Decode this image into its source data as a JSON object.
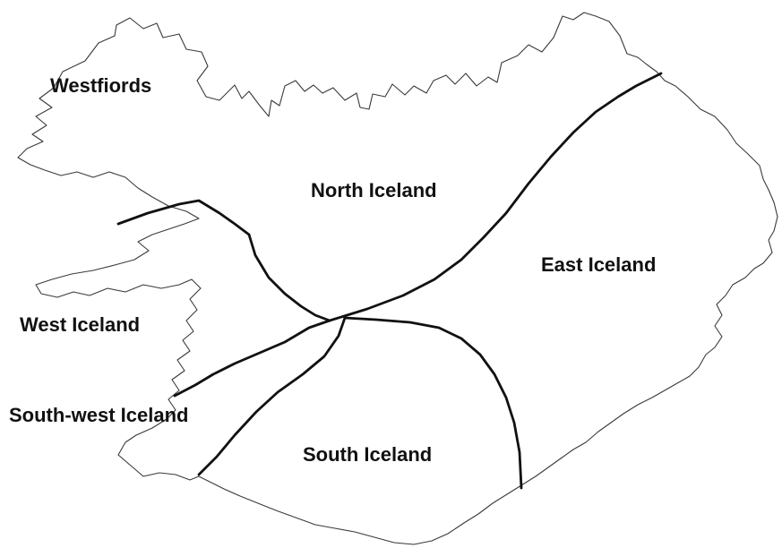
{
  "regions": {
    "westfjords": "Westfiords",
    "north": "North Iceland",
    "east": "East Iceland",
    "west": "West Iceland",
    "southwest": "South-west Iceland",
    "south": "South Iceland"
  },
  "colors": {
    "background": "#ffffff",
    "coastline": "#3a3a3a",
    "boundary": "#111111",
    "label": "#111111"
  }
}
